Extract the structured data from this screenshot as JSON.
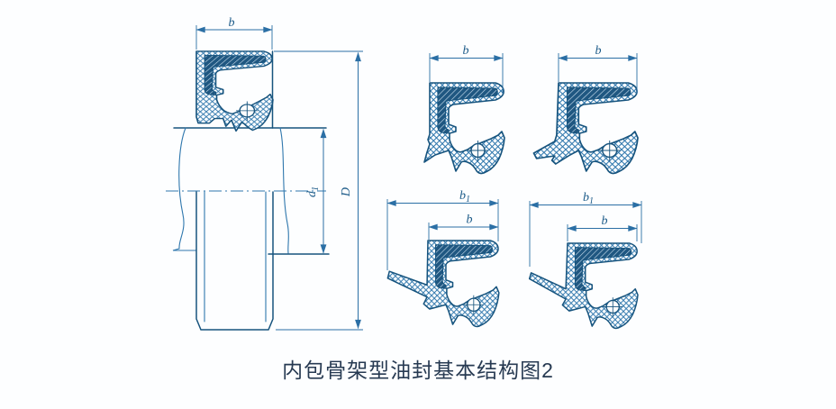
{
  "figure": {
    "caption": "内包骨架型油封基本结构图2",
    "colors": {
      "outline": "#17547e",
      "hatch": "#2f77ad",
      "dimension": "#2b6fa5",
      "metal_dark": "#1f5781",
      "metal_light": "#cfe3f2",
      "label": "#1b5a88",
      "caption_text": "#273a52",
      "background": "#fdfeff"
    },
    "main_view": {
      "dim_width": "b",
      "dim_shaft_dia_base": "d",
      "dim_shaft_dia_sub": "1",
      "dim_outer_dia": "D"
    },
    "profiles": [
      {
        "dim_width": "b"
      },
      {
        "dim_width": "b"
      },
      {
        "dim_width": "b",
        "dim_total_base": "b",
        "dim_total_sub": "1"
      },
      {
        "dim_width": "b",
        "dim_total_base": "b",
        "dim_total_sub": "1"
      }
    ]
  }
}
